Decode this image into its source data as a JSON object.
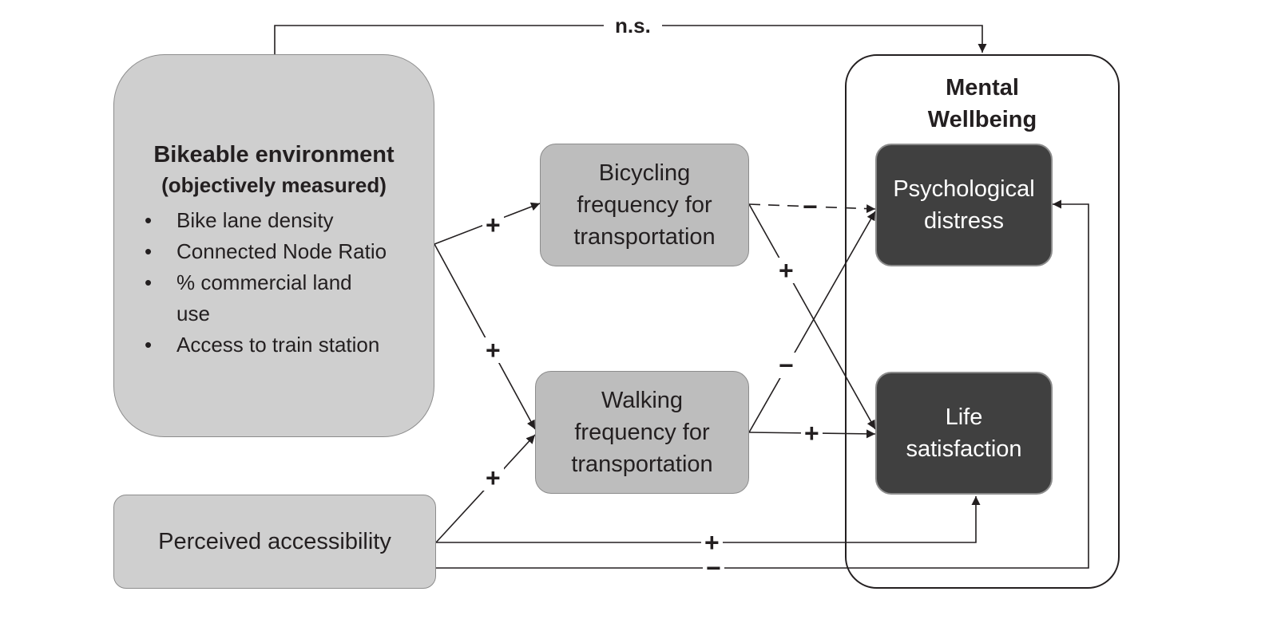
{
  "nodes": {
    "bikeable": {
      "title": "Bikeable environment",
      "subtitle": "(objectively measured)",
      "items": [
        "Bike lane density",
        "Connected Node Ratio",
        "% commercial land use",
        "Access to train station"
      ]
    },
    "perceived": {
      "label": "Perceived accessibility"
    },
    "bicycling": {
      "line1": "Bicycling",
      "line2": "frequency for",
      "line3": "transportation"
    },
    "walking": {
      "line1": "Walking",
      "line2": "frequency for",
      "line3": "transportation"
    },
    "wellbeing": {
      "line1": "Mental",
      "line2": "Wellbeing"
    },
    "distress": {
      "line1": "Psychological",
      "line2": "distress"
    },
    "life": {
      "line1": "Life",
      "line2": "satisfaction"
    }
  },
  "edges": {
    "bikeable_to_wellbeing": "n.s.",
    "bikeable_to_bicycling": "+",
    "bikeable_to_walking": "+",
    "perceived_to_walking": "+",
    "perceived_to_life": "+",
    "perceived_to_distress": "−",
    "bicycling_to_distress": "−",
    "bicycling_to_life": "+",
    "walking_to_distress": "−",
    "walking_to_life": "+"
  },
  "colors": {
    "light_box": "#cfcfcf",
    "mid_box": "#bdbdbd",
    "dark_box": "#404040",
    "line": "#231f20"
  }
}
